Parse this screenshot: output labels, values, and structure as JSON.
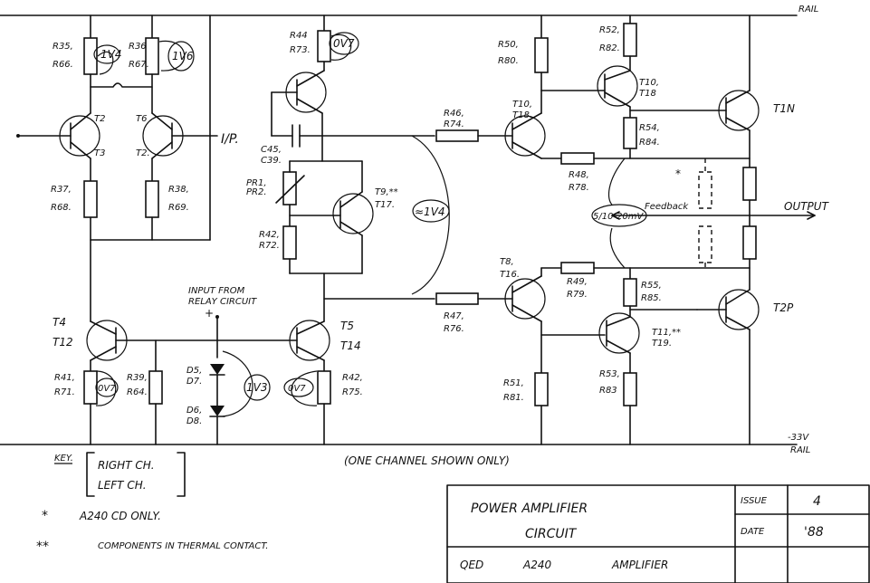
{
  "rails": {
    "positive": "RAIL",
    "negative_value": "-33V",
    "negative": "RAIL"
  },
  "input": {
    "inverting": "I/P.",
    "relay_line1": "INPUT FROM",
    "relay_line2": "RELAY CIRCUIT",
    "plus": "+"
  },
  "resistors": {
    "r35": "R35,",
    "r66": "R66.",
    "r36": "R36",
    "r67": "R67.",
    "r37": "R37,",
    "r68": "R68.",
    "r38": "R38,",
    "r69": "R69.",
    "r44": "R44",
    "r73": "R73.",
    "r42": "R42,",
    "r72": "R72.",
    "r46": "R46,",
    "r74": "R74.",
    "r47": "R47,",
    "r76": "R76.",
    "r48": "R48,",
    "r78": "R78.",
    "r49": "R49,",
    "r79": "R79.",
    "r50": "R50,",
    "r80": "R80.",
    "r52": "R52,",
    "r82": "R82.",
    "r54": "R54,",
    "r84": "R84.",
    "r55": "R55,",
    "r85": "R85.",
    "r51": "R51,",
    "r81": "R81.",
    "r53": "R53,",
    "r83": "R83",
    "r41": "R41,",
    "r71": "R71.",
    "r39": "R39,",
    "r64": "R64.",
    "r42b": "R42,",
    "r75": "R75."
  },
  "transistors": {
    "t2": "T2",
    "t3": "T3",
    "t6": "T6",
    "t2b": "T2.",
    "t4": "T4",
    "t12": "T12",
    "t5": "T5",
    "t14": "T14",
    "t9": "T9,**",
    "t17": "T17.",
    "t10": "T10,",
    "t18": "T18.",
    "t10b": "T10,",
    "t18b": "T18",
    "t8": "T8,",
    "t16": "T16.",
    "t11": "T11,**",
    "t19": "T19.",
    "t1n": "T1N",
    "t2p": "T2P"
  },
  "caps": {
    "c45": "C45,",
    "c39": "C39."
  },
  "pots": {
    "pr1": "PR1,",
    "pr2": "PR2."
  },
  "diodes": {
    "d5": "D5,",
    "d7": "D7.",
    "d6": "D6,",
    "d8": "D8."
  },
  "voltages": {
    "v1": "1V4",
    "v2": "1V6",
    "v3": "0V7",
    "v4": "≈1V4",
    "v5": "5/10-20mV",
    "v6": "0V7",
    "v7": "1V3",
    "v8": "0V7"
  },
  "feedback": "Feedback",
  "output": "OUTPUT",
  "star": "*",
  "note": "(ONE CHANNEL SHOWN ONLY)",
  "key": {
    "label": "KEY.",
    "right": "RIGHT CH.",
    "left": "LEFT CH.",
    "star_sym": "*",
    "star_text": "A240 CD ONLY.",
    "dstar_sym": "**",
    "dstar_text": "COMPONENTS IN THERMAL CONTACT."
  },
  "title_block": {
    "title1": "POWER AMPLIFIER",
    "title2": "CIRCUIT",
    "product1": "QED",
    "product2": "A240",
    "product3": "AMPLIFIER",
    "issue_label": "ISSUE",
    "issue_value": "4",
    "date_label": "DATE",
    "date_value": "'88"
  }
}
